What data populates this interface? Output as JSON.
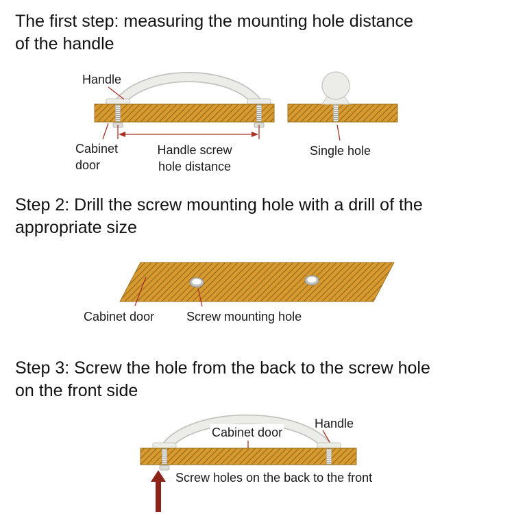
{
  "colors": {
    "background": "#ffffff",
    "text": "#1a1a1a",
    "wood": "#d8992f",
    "wood_hatch": "#8f681c",
    "wood_edge": "#9c7322",
    "handle_fill": "#ecece8",
    "handle_outline": "#c2c2be",
    "leader_red": "#a93226",
    "arrow_red": "#8e2419"
  },
  "step1": {
    "title_line1": "The first step: measuring the mounting hole distance",
    "title_line2": "of the handle",
    "labels": {
      "handle": "Handle",
      "cabinet_door": "Cabinet door",
      "screw_distance": "Handle screw hole distance",
      "single_hole": "Single hole"
    }
  },
  "step2": {
    "title_line1": "Step 2: Drill the screw mounting hole with a drill of the",
    "title_line2": "appropriate size",
    "labels": {
      "cabinet_door": "Cabinet door",
      "screw_hole": "Screw mounting hole"
    }
  },
  "step3": {
    "title_line1": "Step 3: Screw the hole from the back to the screw hole",
    "title_line2": "on the front side",
    "labels": {
      "cabinet_door": "Cabinet door",
      "handle": "Handle",
      "screw_holes": "Screw holes on the back to the front"
    }
  }
}
